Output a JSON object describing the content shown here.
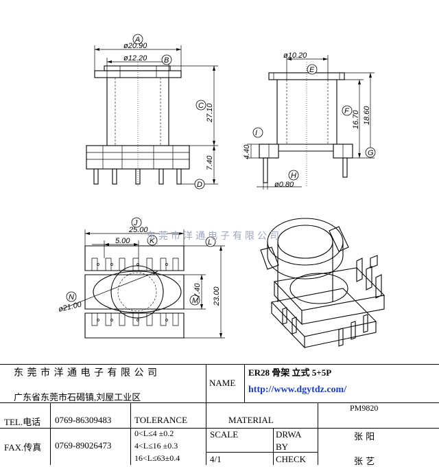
{
  "drawing": {
    "labels": {
      "A": "A",
      "B": "B",
      "C": "C",
      "D": "D",
      "E": "E",
      "F": "F",
      "G": "G",
      "H": "H",
      "I": "I",
      "J": "J",
      "K": "K",
      "L": "L",
      "M": "M",
      "N": "N"
    },
    "dims": {
      "a": "ø20.90",
      "b": "ø12.20",
      "c": "27.10",
      "d": "7.40",
      "e": "ø10.20",
      "f": "16.70",
      "g": "18.60",
      "h": "ø0.80",
      "i": "4.40",
      "j": "25.00",
      "k": "5.00",
      "l": "23.00",
      "m": "17.40",
      "n": "ø21.00"
    },
    "watermark": "东莞市洋通电子有限公司"
  },
  "title_block": {
    "company": "东 莞 市 洋 通 电 子 有 限 公 司",
    "address": "广东省东莞市石碣镇,刘屋工业区",
    "name_label": "NAME",
    "product": "ER28 骨架  立式 5+5P",
    "url": "http://www.dgytdz.com/",
    "part_no": "PM9820",
    "tel_label": "TEL.电话",
    "tel": "0769-86309483",
    "tolerance_label": "TOLERANCE",
    "material_label": "MATERIAL",
    "fax_label": "FAX.传真",
    "fax": "0769-89026473",
    "tol1": "0<L≤4   ±0.2",
    "tol2": "4<L≤16  ±0.3",
    "tol3": "16<L≤63±0.4",
    "scale_label": "SCALE",
    "scale": "4/1",
    "drawn_label": "DRWA",
    "drawn_label2": "BY",
    "drawn_by": "张 阳",
    "check_label": "CHECK",
    "checked_by": "张 艺"
  }
}
